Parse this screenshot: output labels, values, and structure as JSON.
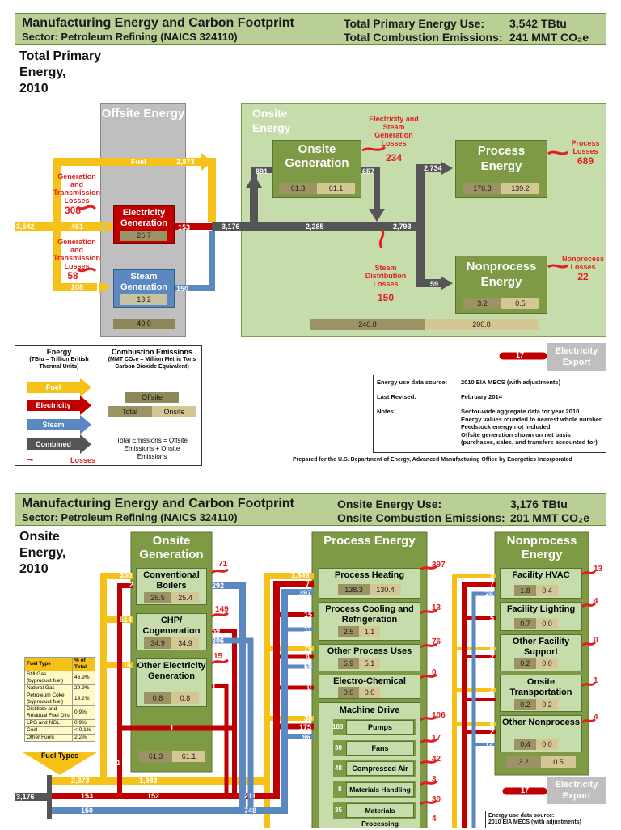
{
  "top": {
    "header": {
      "title": "Manufacturing Energy and Carbon Footprint",
      "sector": "Sector: Petroleum Refining (NAICS 324110)",
      "metric1_label": "Total Primary Energy Use:",
      "metric1_value": "3,542 TBtu",
      "metric2_label": "Total Combustion Emissions:",
      "metric2_value": "241 MMT CO₂e"
    },
    "subtitle_lines": [
      "Total Primary",
      "Energy,",
      "2010"
    ],
    "offsite_title": "Offsite Energy",
    "onsite_title": "Onsite Energy",
    "flows": {
      "input_total": "3,542",
      "fuel_offsite": "2,873",
      "to_elec": "461",
      "to_steam": "208",
      "elec_out": "153",
      "steam_out": "150",
      "combined": "3,176",
      "to_onsite_gen": "891",
      "from_onsite_gen": "657",
      "mid_flow": "2,285",
      "to_process_node": "2,793",
      "to_process": "2,734",
      "to_nonprocess": "59",
      "export": "17"
    },
    "losses": {
      "gen_trans_label": "Generation and Transmission Losses",
      "gen_trans_elec": "308",
      "gen_trans_steam": "58",
      "onsite_gen_label": "Electricity and Steam Generation Losses",
      "onsite_gen_value": "234",
      "steam_dist_label": "Steam Distribution Losses",
      "steam_dist_value": "150",
      "process_label": "Process Losses",
      "process_value": "689",
      "nonprocess_label": "Nonprocess Losses",
      "nonprocess_value": "22"
    },
    "boxes": {
      "elec_gen": {
        "label": "Electricity Generation",
        "value": "26.7"
      },
      "steam_gen": {
        "label": "Steam Generation",
        "value": "13.2"
      },
      "offsite_total": "40.0",
      "onsite_gen": {
        "label": "Onsite Generation",
        "v1": "61.3",
        "v2": "61.1"
      },
      "process": {
        "label": "Process Energy",
        "v1": "176.3",
        "v2": "139.2"
      },
      "nonprocess": {
        "label": "Nonprocess Energy",
        "v1": "3.2",
        "v2": "0.5"
      },
      "onsite_totals": {
        "v1": "240.8",
        "v2": "200.8"
      },
      "export_label": "Electricity Export"
    },
    "legend": {
      "energy_title": "Energy",
      "energy_sub": "(TBtu = Trillion British Thermal Units)",
      "fuel": "Fuel",
      "electricity": "Electricity",
      "steam": "Steam",
      "combined": "Combined",
      "losses": "Losses",
      "emissions_title": "Combustion Emissions",
      "emissions_sub": "(MMT CO₂e = Million Metric Tons Carbon Dioxide Equivalent)",
      "offsite": "Offsite",
      "total": "Total",
      "onsite": "Onsite",
      "formula": "Total Emissions = Offsite Emissions + Onsite Emissions"
    },
    "notes": {
      "source_label": "Energy use data source:",
      "source_value": "2010 EIA MECS (with adjustments)",
      "revised_label": "Last Revised:",
      "revised_value": "February 2014",
      "notes_label": "Notes:",
      "notes_lines": [
        "Sector-wide aggregate data for year 2010",
        "Energy values rounded to nearest whole number",
        "Feedstock energy not included",
        "Offsite generation shown on net basis",
        "(purchases, sales, and transfers accounted for)"
      ]
    },
    "prepared": "Prepared for the U.S. Department of Energy, Advanced Manufacturing Office by Energetics Incorporated"
  },
  "bottom": {
    "header": {
      "title": "Manufacturing Energy and Carbon Footprint",
      "sector": "Sector: Petroleum Refining (NAICS 324110)",
      "metric1_label": "Onsite Energy Use:",
      "metric1_value": "3,176 TBtu",
      "metric2_label": "Onsite Combustion Emissions:",
      "metric2_value": "201 MMT CO₂e"
    },
    "subtitle_lines": [
      "Onsite",
      "Energy,",
      "2010"
    ],
    "onsite_gen": {
      "title": "Onsite Generation",
      "items": [
        {
          "label": "Conventional Boilers",
          "v1": "25.5",
          "v2": "25.4",
          "loss": "71",
          "in_fuel": "350",
          "in_red": "2",
          "out": "292"
        },
        {
          "label": "CHP/ Cogeneration",
          "v1": "34.9",
          "v2": "34.9",
          "loss": "149",
          "in_fuel": "514",
          "out_red": "59",
          "out_blue": "306"
        },
        {
          "label": "Other Electricity Generation",
          "v1": "0.8",
          "v2": "0.8",
          "loss": "15",
          "in_fuel": "16",
          "out_red": "1"
        }
      ],
      "totals": {
        "v1": "61.3",
        "v2": "61.1"
      },
      "back_flow": "1",
      "side_flow": "1"
    },
    "fuel_table": {
      "col1": "Fuel Type",
      "col2": "% of Total",
      "rows": [
        [
          "Still Gas (byproduct fuel)",
          "46.9%"
        ],
        [
          "Natural Gas",
          "29.9%"
        ],
        [
          "Petroleum Coke (byproduct fuel)",
          "19.2%"
        ],
        [
          "Distillate and Residual Fuel Oils",
          "0.9%"
        ],
        [
          "LPG and NGL",
          "0.9%"
        ],
        [
          "Coal",
          "< 0.1%"
        ],
        [
          "Other Fuels",
          "2.2%"
        ]
      ],
      "caption": "Fuel Types"
    },
    "process": {
      "title": "Process Energy",
      "items": [
        {
          "label": "Process Heating",
          "v1": "138.3",
          "v2": "130.4",
          "loss": "397",
          "in": [
            "1,846",
            "7",
            "397"
          ]
        },
        {
          "label": "Process Cooling and Refrigeration",
          "v1": "2.5",
          "v2": "1.1",
          "loss": "13",
          "in": [
            "15",
            "11"
          ]
        },
        {
          "label": "Other Process Uses",
          "v1": "6.9",
          "v2": "5.1",
          "loss": "76",
          "in": [
            "75",
            "4",
            "59"
          ]
        },
        {
          "label": "Electro-Chemical",
          "v1": "0.0",
          "v2": "0.0",
          "loss": "0",
          "in": [
            "0"
          ]
        }
      ],
      "machine_drive": {
        "label": "Machine Drive",
        "loss": "106",
        "in": [
          "38",
          "175",
          "96"
        ],
        "items": [
          {
            "label": "Pumps",
            "value": "183",
            "loss": "17"
          },
          {
            "label": "Fans",
            "value": "30",
            "loss": "42"
          },
          {
            "label": "Compressed Air",
            "value": "48",
            "loss": "3"
          },
          {
            "label": "Materials Handling",
            "value": "8",
            "loss": "30"
          },
          {
            "label": "Materials Processing",
            "value": "35",
            "loss": "4"
          }
        ]
      }
    },
    "nonprocess": {
      "title": "Nonprocess Energy",
      "items": [
        {
          "label": "Facility HVAC",
          "v1": "1.8",
          "v2": "0.4",
          "loss": "13",
          "in": [
            "5",
            "7",
            "24"
          ]
        },
        {
          "label": "Facility Lighting",
          "v1": "0.7",
          "v2": "0.0",
          "loss": "4",
          "in": [
            "5"
          ]
        },
        {
          "label": "Other Facility Support",
          "v1": "0.2",
          "v2": "0.0",
          "loss": "0",
          "in": [
            "0",
            "2"
          ]
        },
        {
          "label": "Onsite Transportation",
          "v1": "0.2",
          "v2": "0.2",
          "loss": "1",
          "in": [
            "2"
          ]
        },
        {
          "label": "Other Nonprocess",
          "v1": "0.4",
          "v2": "0.0",
          "loss": "4",
          "in": [
            "0",
            "2",
            "12"
          ]
        }
      ],
      "totals": {
        "v1": "3.2",
        "v2": "0.5"
      }
    },
    "flows": {
      "combined": "3,176",
      "fuel": "2,873",
      "fuel2": "1,983",
      "elec": "153",
      "elec2": "152",
      "steam": "150",
      "node_red": "211",
      "node_blue": "748"
    },
    "export": {
      "value": "17",
      "label": "Electricity Export"
    },
    "notes_source": "Energy use data source:",
    "notes_value": "2010 EIA MECS (with adjustments)"
  }
}
